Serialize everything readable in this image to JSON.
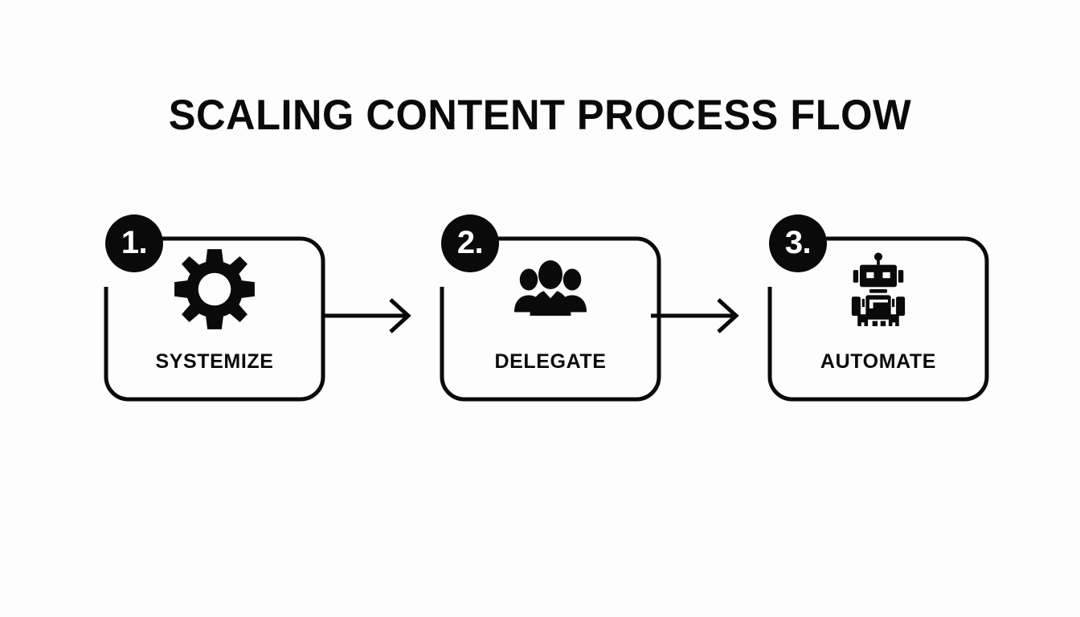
{
  "page": {
    "title": "SCALING CONTENT PROCESS FLOW",
    "background_color": "#fdfdfd",
    "ink_color": "#0a0a0a"
  },
  "flow": {
    "steps": [
      {
        "number": "1.",
        "label": "SYSTEMIZE",
        "icon": "gear-icon"
      },
      {
        "number": "2.",
        "label": "DELEGATE",
        "icon": "people-group-icon"
      },
      {
        "number": "3.",
        "label": "AUTOMATE",
        "icon": "robot-icon"
      }
    ],
    "connectors": [
      {
        "name": "arrow-right-icon",
        "from": "SYSTEMIZE",
        "to": "DELEGATE"
      },
      {
        "name": "arrow-right-icon",
        "from": "DELEGATE",
        "to": "AUTOMATE"
      }
    ]
  }
}
